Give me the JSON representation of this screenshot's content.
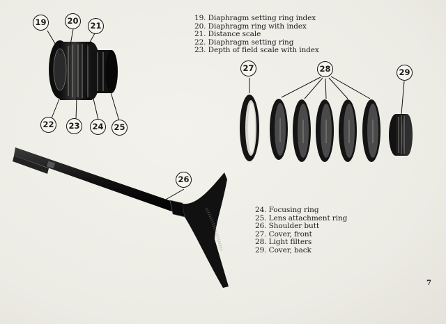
{
  "legend_top": [
    "19. Diaphragm setting ring index",
    "20. Diaphragm ring with index",
    "21. Distance scale",
    "22. Diaphragm setting ring",
    "23. Depth of field scale with index"
  ],
  "legend_bottom": [
    "24. Focusing ring",
    "25. Lens attachment ring",
    "26. Shoulder butt",
    "27. Cover, front",
    "28. Light filters",
    "29. Cover, back"
  ],
  "callouts": [
    "19",
    "20",
    "21",
    "22",
    "23",
    "24",
    "25",
    "26",
    "27",
    "28",
    "29"
  ],
  "page_number": "7",
  "colors": {
    "paper": "#efeee8",
    "ink": "#1b1b1b"
  }
}
